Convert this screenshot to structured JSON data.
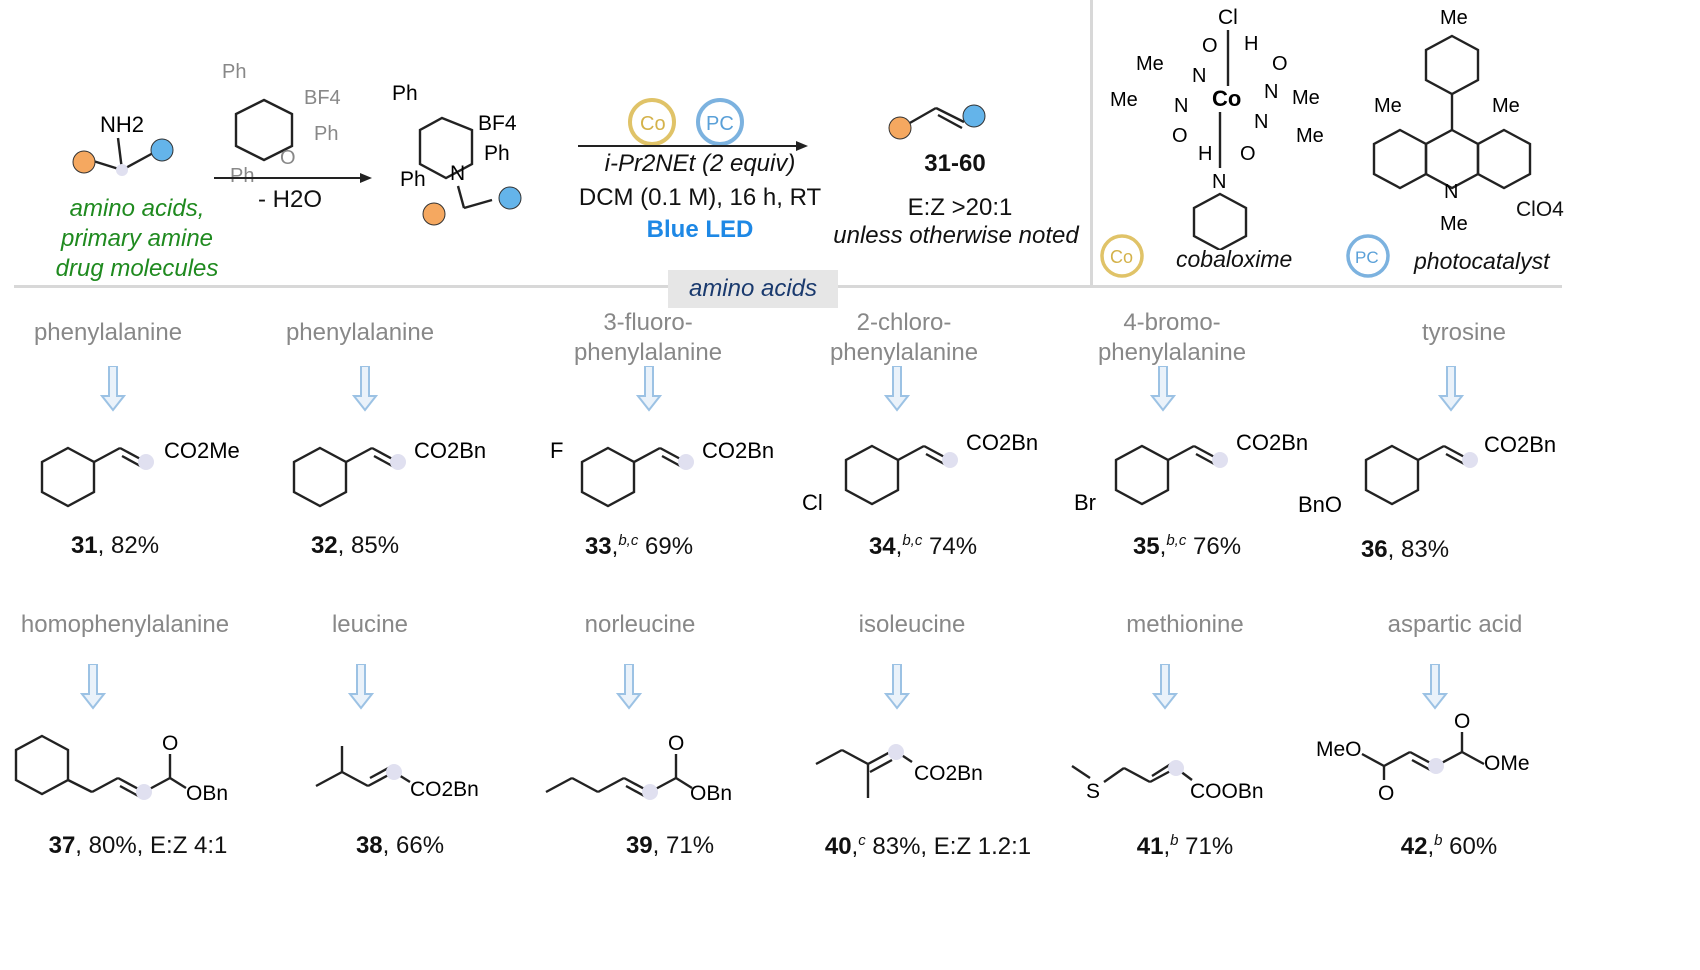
{
  "header": {
    "substrate_label": "NH2",
    "substrate_desc": [
      "amino acids,",
      "primary amine",
      "drug molecules"
    ],
    "pyrylium_label": "BF4",
    "minus_h2o": "- H2O",
    "ph": "Ph",
    "co_badge": "Co",
    "pc_badge": "PC",
    "conditions": [
      "i-Pr2NEt (2 equiv)",
      "DCM (0.1 M), 16 h, RT"
    ],
    "light": "Blue LED",
    "product_range": "31-60",
    "ez": "E:Z >20:1",
    "ez_note": "unless otherwise noted",
    "cobaloxime": "cobaloxime",
    "photocatalyst": "photocatalyst"
  },
  "section": {
    "label": "amino acids"
  },
  "row1": [
    {
      "name": "phenylalanine",
      "cmpd": "31",
      "sup": "",
      "yield": "82%",
      "group": "CO2Me"
    },
    {
      "name": "phenylalanine",
      "cmpd": "32",
      "sup": "",
      "yield": "85%",
      "group": "CO2Bn"
    },
    {
      "name": "3-fluoro-\nphenylalanine",
      "cmpd": "33",
      "sup": "b,c",
      "yield": "69%",
      "group": "CO2Bn"
    },
    {
      "name": "2-chloro-\nphenylalanine",
      "cmpd": "34",
      "sup": "b,c",
      "yield": "74%",
      "group": "CO2Bn"
    },
    {
      "name": "4-bromo-\nphenylalanine",
      "cmpd": "35",
      "sup": "b,c",
      "yield": "76%",
      "group": "CO2Bn"
    },
    {
      "name": "tyrosine",
      "cmpd": "36",
      "sup": "",
      "yield": "83%",
      "group": "CO2Bn"
    }
  ],
  "row2": [
    {
      "name": "homophenylalanine",
      "cmpd": "37",
      "sup": "",
      "yield": "80%, E:Z 4:1"
    },
    {
      "name": "leucine",
      "cmpd": "38",
      "sup": "",
      "yield": "66%"
    },
    {
      "name": "norleucine",
      "cmpd": "39",
      "sup": "",
      "yield": "71%"
    },
    {
      "name": "isoleucine",
      "cmpd": "40",
      "sup": "c",
      "yield": "83%, E:Z 1.2:1"
    },
    {
      "name": "methionine",
      "cmpd": "41",
      "sup": "b",
      "yield": "71%"
    },
    {
      "name": "aspartic acid",
      "cmpd": "42",
      "sup": "b",
      "yield": "60%"
    }
  ],
  "atoms": {
    "F": "F",
    "Cl": "Cl",
    "Br": "Br",
    "BnO": "BnO",
    "OBn": "OBn",
    "O": "O",
    "S": "S",
    "MeO": "MeO",
    "OMe": "OMe",
    "Me": "Me",
    "N": "N",
    "Co": "Co",
    "H": "H",
    "ClO4": "ClO4",
    "COOBn": "COOBn",
    "CO2Bn": "CO2Bn"
  },
  "colors": {
    "orange": "#f5a860",
    "blue": "#64b4ea",
    "arrow": "#b8d4ec",
    "green": "#1f8a1f"
  }
}
